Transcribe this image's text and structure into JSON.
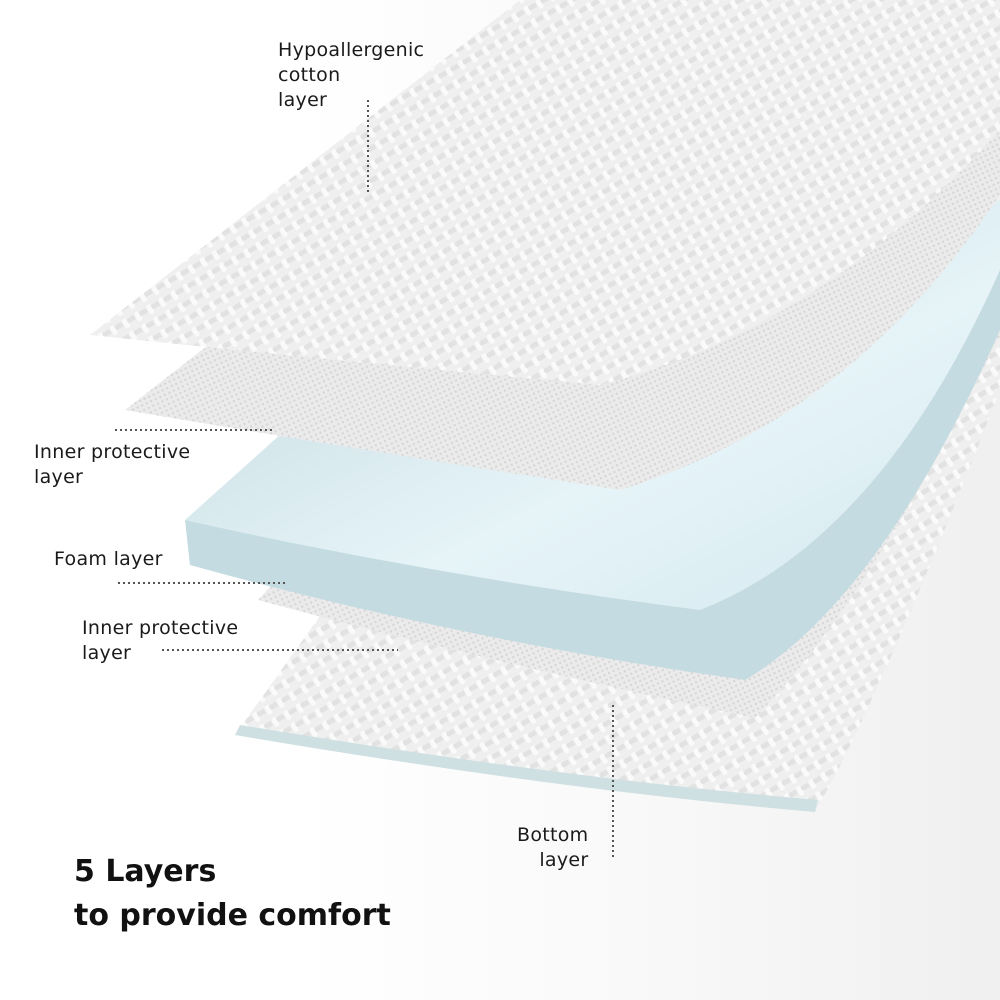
{
  "labels": {
    "top": [
      "Hypoallergenic",
      "cotton",
      "layer"
    ],
    "inner1": [
      "Inner protective",
      "layer"
    ],
    "foam": "Foam layer",
    "inner2": [
      "Inner protective",
      "layer"
    ],
    "bottom": [
      "Bottom",
      "layer"
    ]
  },
  "title": [
    "5 Layers",
    "to provide comfort"
  ],
  "colors": {
    "foam": "#cfe3e8",
    "fabric": "#ececec",
    "text": "#1a1a1a"
  }
}
